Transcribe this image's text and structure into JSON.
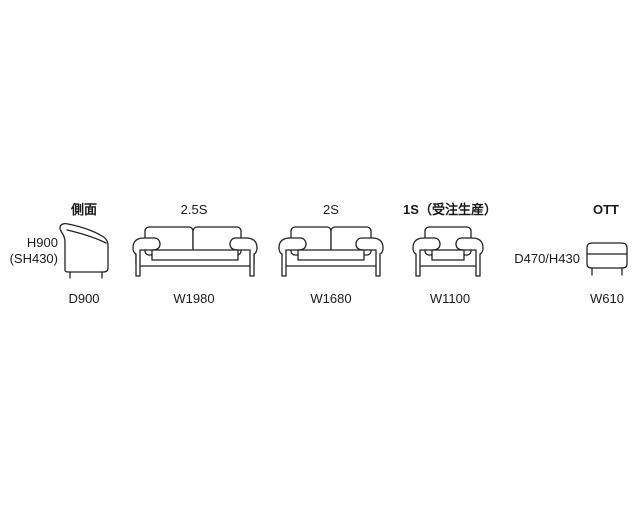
{
  "side_view": {
    "title": "側面",
    "height": "H900",
    "seat_height": "(SH430)",
    "depth": "D900"
  },
  "models": [
    {
      "name": "2.5S",
      "width": "W1980"
    },
    {
      "name": "2S",
      "width": "W1680"
    },
    {
      "name": "1S（受注生産）",
      "width": "W1100"
    }
  ],
  "ottoman": {
    "name": "OTT",
    "dims": "D470/H430",
    "width": "W610"
  }
}
